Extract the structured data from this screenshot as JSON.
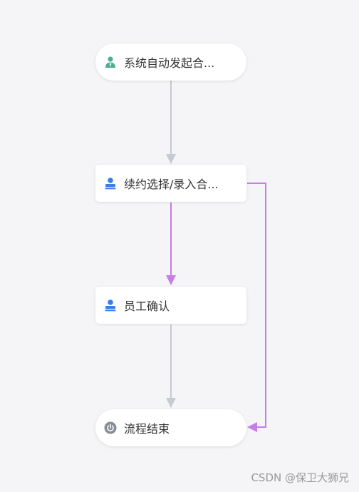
{
  "nodes": [
    {
      "id": "start",
      "label": "系统自动发起合...",
      "icon": "person-icon",
      "icon_color": "#4caf93"
    },
    {
      "id": "renew",
      "label": "续约选择/录入合...",
      "icon": "person-icon",
      "icon_color": "#3b7ee8"
    },
    {
      "id": "confirm",
      "label": "员工确认",
      "icon": "person-icon",
      "icon_color": "#3b7ee8"
    },
    {
      "id": "end",
      "label": "流程结束",
      "icon": "power-icon",
      "icon_color": "#888c94"
    }
  ],
  "edges": [
    {
      "from": "start",
      "to": "renew",
      "color": "#c8cad3"
    },
    {
      "from": "renew",
      "to": "confirm",
      "color": "#c77de6"
    },
    {
      "from": "renew",
      "to": "end",
      "color": "#c77de6"
    },
    {
      "from": "confirm",
      "to": "end",
      "color": "#c8cad3"
    }
  ],
  "watermark": "CSDN @保卫大狮兄"
}
